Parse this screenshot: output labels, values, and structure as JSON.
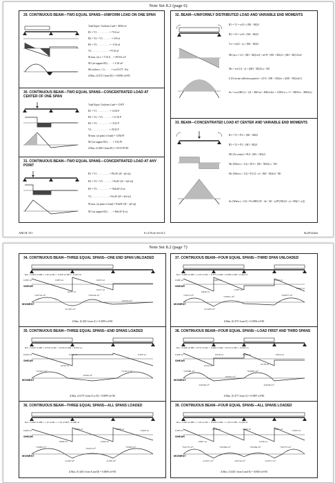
{
  "page1": {
    "header": "Note Set 8.2  (page 6)",
    "footer_left": "ARCH 331",
    "footer_center": "6    of Note Set 8.2",
    "footer_right": "Su2012abn",
    "s29": {
      "title": "29.  CONTINUOUS BEAM—TWO EQUAL SPANS—UNIFORM LOAD ON ONE SPAN",
      "rows": [
        "Total Equiv. Uniform Load  =  49/64 wl",
        "R1 = V1  . . . . . . . . . .  =  7/16 wl",
        "R2 = V2 + V3  . . . . . . .  =  5/8 wl",
        "R3 = V3  . . . . . . . . . .  =  -1/16 wl",
        "V2  . . . . . . . . . . . . . .  =  9/16 wl",
        "M max. (at x = 7/16 l)  . .  =  49/512 wl²",
        "M1 (at support R2)  . . . .  =  1/16 wl²",
        "Mx (when x < l)  . . . . .  =  wx/16 (7l - 8x)",
        "Δ Max. (0.472 l from R1)  =  0.0092 wl⁴/EI"
      ]
    },
    "s30": {
      "title": "30.  CONTINUOUS BEAM—TWO EQUAL SPANS—CONCENTRATED LOAD AT CENTER OF ONE SPAN",
      "rows": [
        "Total Equiv. Uniform Load  =  13/8 P",
        "R1 = V1  . . . . . . . . . .  =  13/32 P",
        "R2 = V2 + V3  . . . . . . .  =  11/16 P",
        "R3 = V3  . . . . . . . . . .  =  -3/32 P",
        "V2  . . . . . . . . . . . . . .  =  19/32 P",
        "M max. (at point of load)  =  13/64 Pl",
        "M1 (at support R2)  . . . .  =  3/32 Pl",
        "Δ Max. (0.480 l from R1)  =  0.015 Pl³/EI"
      ]
    },
    "s31": {
      "title": "31.  CONTINUOUS BEAM—TWO EQUAL SPANS—CONCENTRATED LOAD AT ANY POINT",
      "rows": [
        "R1 = V1  . . . . . . . . . .  =  Pb/4l³ (4l² - a(l+a))",
        "R2 = V2 + V3  . . . . . . .  =  Pa/2l³ (2l² + b(l+a))",
        "R3 = V3  . . . . . . . . . .  =  -Pab/4l³ (l+a)",
        "V2  . . . . . . . . . . . . . .  =  Pa/4l³ (4l² + b(l+a))",
        "M max. (at point of load)  =  Pab/4l³ (4l² - a(l+a))",
        "M1 (at support R2)  . . . .  =  Pab/4l² (l+a)"
      ]
    },
    "s32": {
      "title": "32.  BEAM—UNIFORMLY DISTRIBUTED LOAD AND VARIABLE END MOMENTS",
      "rows": [
        "R1 = V1 = wl/2 + (M1 - M2)/l",
        "R2 = V2 = wl/2 - (M1 - M2)/l",
        "Vx = w(l/2 - x) + (M1 - M2)/l",
        "M3 (at x = l/2 + (M1 - M2)/wl) = wl²/8 - (M1 + M2)/2 + (M1 - M2)²/2wl²",
        "Mx = wx/2 (l - x) + ((M1 - M2)/l) x - M1",
        "b (To locate inflection points) = √(l²/4 - (M1 + M2)/w + ((M1 - M2)/wl)²)",
        "Δx = wx/24EI [x³ - (2l + 4M1/wl - 4M2/wl)x² + 12M1/w x + l³ - 8M1l/w - 4M2l/w]"
      ]
    },
    "s33": {
      "title": "33.  BEAM—CONCENTRATED LOAD AT CENTER AND VARIABLE END MOMENTS",
      "rows": [
        "R1 = V1 = P/2 + (M1 - M2)/l",
        "R2 = V2 = P/2 - (M1 - M2)/l",
        "M3 (At center) = Pl/4 - (M1 + M2)/2",
        "Mx (When x < l/2) = (P/2 + (M1 - M2)/l) x - M1",
        "Mx (When x > l/2) = P/2 (l - x) + (M1 - M2)x/l - M1",
        "Δx (When x < l/2) = Px/48EI (3l² - 4x² - 8(l - x)/Pl [M1(2l - x) + M2(l + x)])"
      ]
    }
  },
  "page2": {
    "header": "Note Set 8.2  (page 7)",
    "labels": {
      "shear": "SHEAR",
      "moment": "MOMENT"
    },
    "s34": {
      "title": "34.  CONTINUOUS BEAM—THREE EQUAL SPANS—ONE END SPAN UNLOADED",
      "reactions": "RA = 0.383 wl     RB = 1.20 wl     RC = 0.450 wl     RD = -0.033 wl",
      "shear": [
        "0.383 wl",
        "0.583 wl",
        "0.617 wl",
        "0.033 wl",
        "0.417 wl",
        "0.033 wl"
      ],
      "moment": [
        "+0.0735 wl²",
        "-0.1167 wl²",
        "+0.0534 wl²",
        "-0.0333 wl²",
        "0.383 l",
        "0.583 l"
      ],
      "deflection": "Δ Max. (0.430 l from A) = 0.0059 wl⁴/EI"
    },
    "s35": {
      "title": "35.  CONTINUOUS BEAM—THREE EQUAL SPANS—END SPANS LOADED",
      "reactions": "RA = 0.450 wl     RB = 0.550 wl     RC = 0.550 wl     RD = 0.450 wl",
      "shear": [
        "0.450 wl",
        "0.550 wl",
        "0.550 wl",
        "0.450 wl"
      ],
      "moment": [
        "+0.1013 wl²",
        "-0.050 wl²",
        "+0.1013 wl²",
        "0.450 l",
        "0.450 l"
      ],
      "deflection": "Δ Max. (0.479 l from A or D) = 0.0099 wl⁴/EI"
    },
    "s36": {
      "title": "36.  CONTINUOUS BEAM—THREE EQUAL SPANS—ALL SPANS LOADED",
      "reactions": "RA = 0.400 wl     RB = 1.10 wl     RC = 1.10 wl     RD = 0.400 wl",
      "shear": [
        "0.400 wl",
        "0.500 wl",
        "0.600 wl",
        "0.600 wl",
        "0.500 wl",
        "0.400 wl"
      ],
      "moment": [
        "+0.080 wl²",
        "-0.100 wl²",
        "+0.025 wl²",
        "-0.100 wl²",
        "+0.080 wl²",
        "0.400 l",
        "0.500 l",
        "0.500 l",
        "0.400 l"
      ],
      "deflection": "Δ Max. (0.446 l from A and D) = 0.0069 wl⁴/EI"
    },
    "s37": {
      "title": "37.  CONTINUOUS BEAM—FOUR EQUAL SPANS—THIRD SPAN UNLOADED",
      "reactions": "RA = 0.380 wl  RB = 1.223 wl  RC = 0.357 wl  RD = 0.598 wl  RE = 0.442 wl",
      "shear": [
        "0.380 wl",
        "0.603 wl",
        "0.620 wl",
        "0.397 wl",
        "0.558 wl",
        "0.040 wl",
        "0.442 wl"
      ],
      "moment": [
        "+0.072 wl²",
        "-0.1205 wl²",
        "+0.0611 wl²",
        "-0.0179 wl²",
        "-0.058 wl²",
        "+0.0977 wl²",
        "0.380 l",
        "0.603 l",
        "0.442 l"
      ],
      "deflection": "Δ Max. (0.475 l from E) = 0.0094 wl⁴/EI"
    },
    "s38": {
      "title": "38.  CONTINUOUS BEAM—FOUR EQUAL SPANS—LOAD FIRST AND THIRD SPANS",
      "reactions": "RA = 0.446 wl  RB = 0.572 wl  RC = 0.464 wl  RD = 0.572 wl  RE = -0.054 wl",
      "shear": [
        "0.446 wl",
        "0.554 wl",
        "0.018 wl",
        "0.482 wl",
        "0.518 wl",
        "0.054 wl",
        "0.054 wl"
      ],
      "moment": [
        "+0.0996 wl²",
        "-0.0536 wl²",
        "-0.0357 wl²",
        "+0.0805 wl²",
        "-0.0536 wl²",
        "0.446 l",
        "0.518 l"
      ],
      "deflection": "Δ Max. (0.477 l from A) = 0.0097 wl⁴/EI"
    },
    "s39": {
      "title": "39.  CONTINUOUS BEAM—FOUR EQUAL SPANS—ALL SPANS LOADED",
      "reactions": "RA = 0.393 wl  RB = 1.143 wl  RC = 0.928 wl  RD = 1.143 wl  RE = 0.393 wl",
      "shear": [
        "0.393 wl",
        "0.536 wl",
        "0.607 wl",
        "0.464 wl",
        "0.464 wl",
        "0.536 wl",
        "0.607 wl",
        "0.393 wl"
      ],
      "moment": [
        "+0.0772 wl²",
        "-0.1071 wl²",
        "+0.0364 wl²",
        "-0.0714 wl²",
        "+0.0364 wl²",
        "-0.1071 wl²",
        "+0.0772 wl²",
        "0.393 l",
        "0.536 l",
        "0.536 l",
        "0.393 l"
      ],
      "deflection": "Δ Max. (0.440 l from A and E) = 0.0065 wl⁴/EI"
    }
  }
}
